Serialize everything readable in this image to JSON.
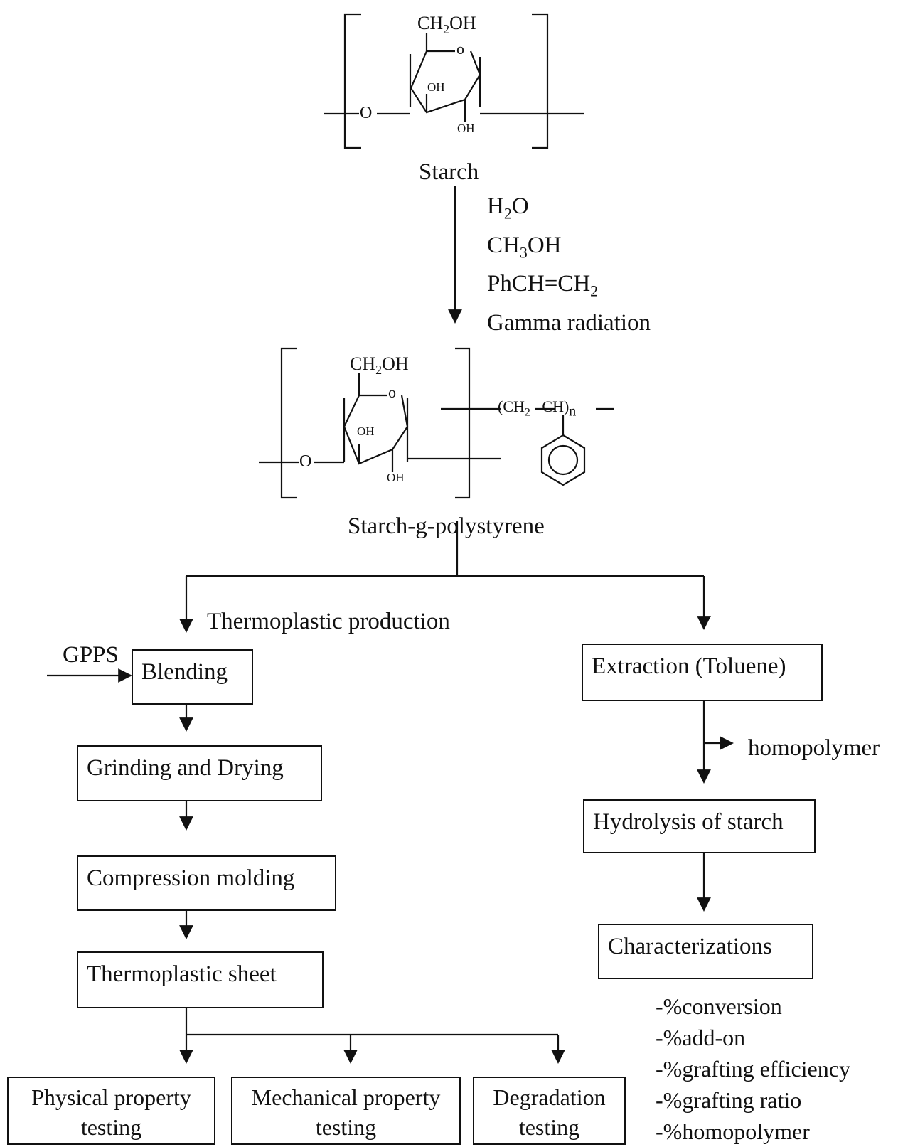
{
  "starch_label": "Starch",
  "reagents": [
    {
      "main": "H",
      "sub": "2",
      "tail": "O"
    },
    {
      "main": "CH",
      "sub": "3",
      "tail": "OH"
    },
    {
      "main": "PhCH=CH",
      "sub": "2",
      "tail": ""
    },
    {
      "main": "Gamma radiation",
      "sub": "",
      "tail": ""
    }
  ],
  "product_label": "Starch-g-polystyrene",
  "chem": {
    "ch2oh_main": "CH",
    "ch2oh_sub": "2",
    "ch2oh_tail": "OH",
    "ring_o": "o",
    "bridge_o": "O",
    "oh": "OH",
    "ch2_main": "CH",
    "ch2_sub": "2",
    "ch": "CH",
    "n": "n"
  },
  "left_branch": {
    "title": "Thermoplastic production",
    "input": "GPPS",
    "steps": [
      "Blending",
      "Grinding and Drying",
      "Compression molding",
      "Thermoplastic sheet"
    ],
    "tests": [
      {
        "line1": "Physical property",
        "line2": "testing"
      },
      {
        "line1": "Mechanical property",
        "line2": "testing"
      },
      {
        "line1": "Degradation",
        "line2": "testing"
      }
    ]
  },
  "right_branch": {
    "extraction": "Extraction (Toluene)",
    "byproduct": "homopolymer",
    "hydrolysis": "Hydrolysis of starch",
    "characterization": "Characterizations",
    "results": [
      "-%conversion",
      "-%add-on",
      "-%grafting efficiency",
      "-%grafting ratio",
      "-%homopolymer"
    ]
  }
}
